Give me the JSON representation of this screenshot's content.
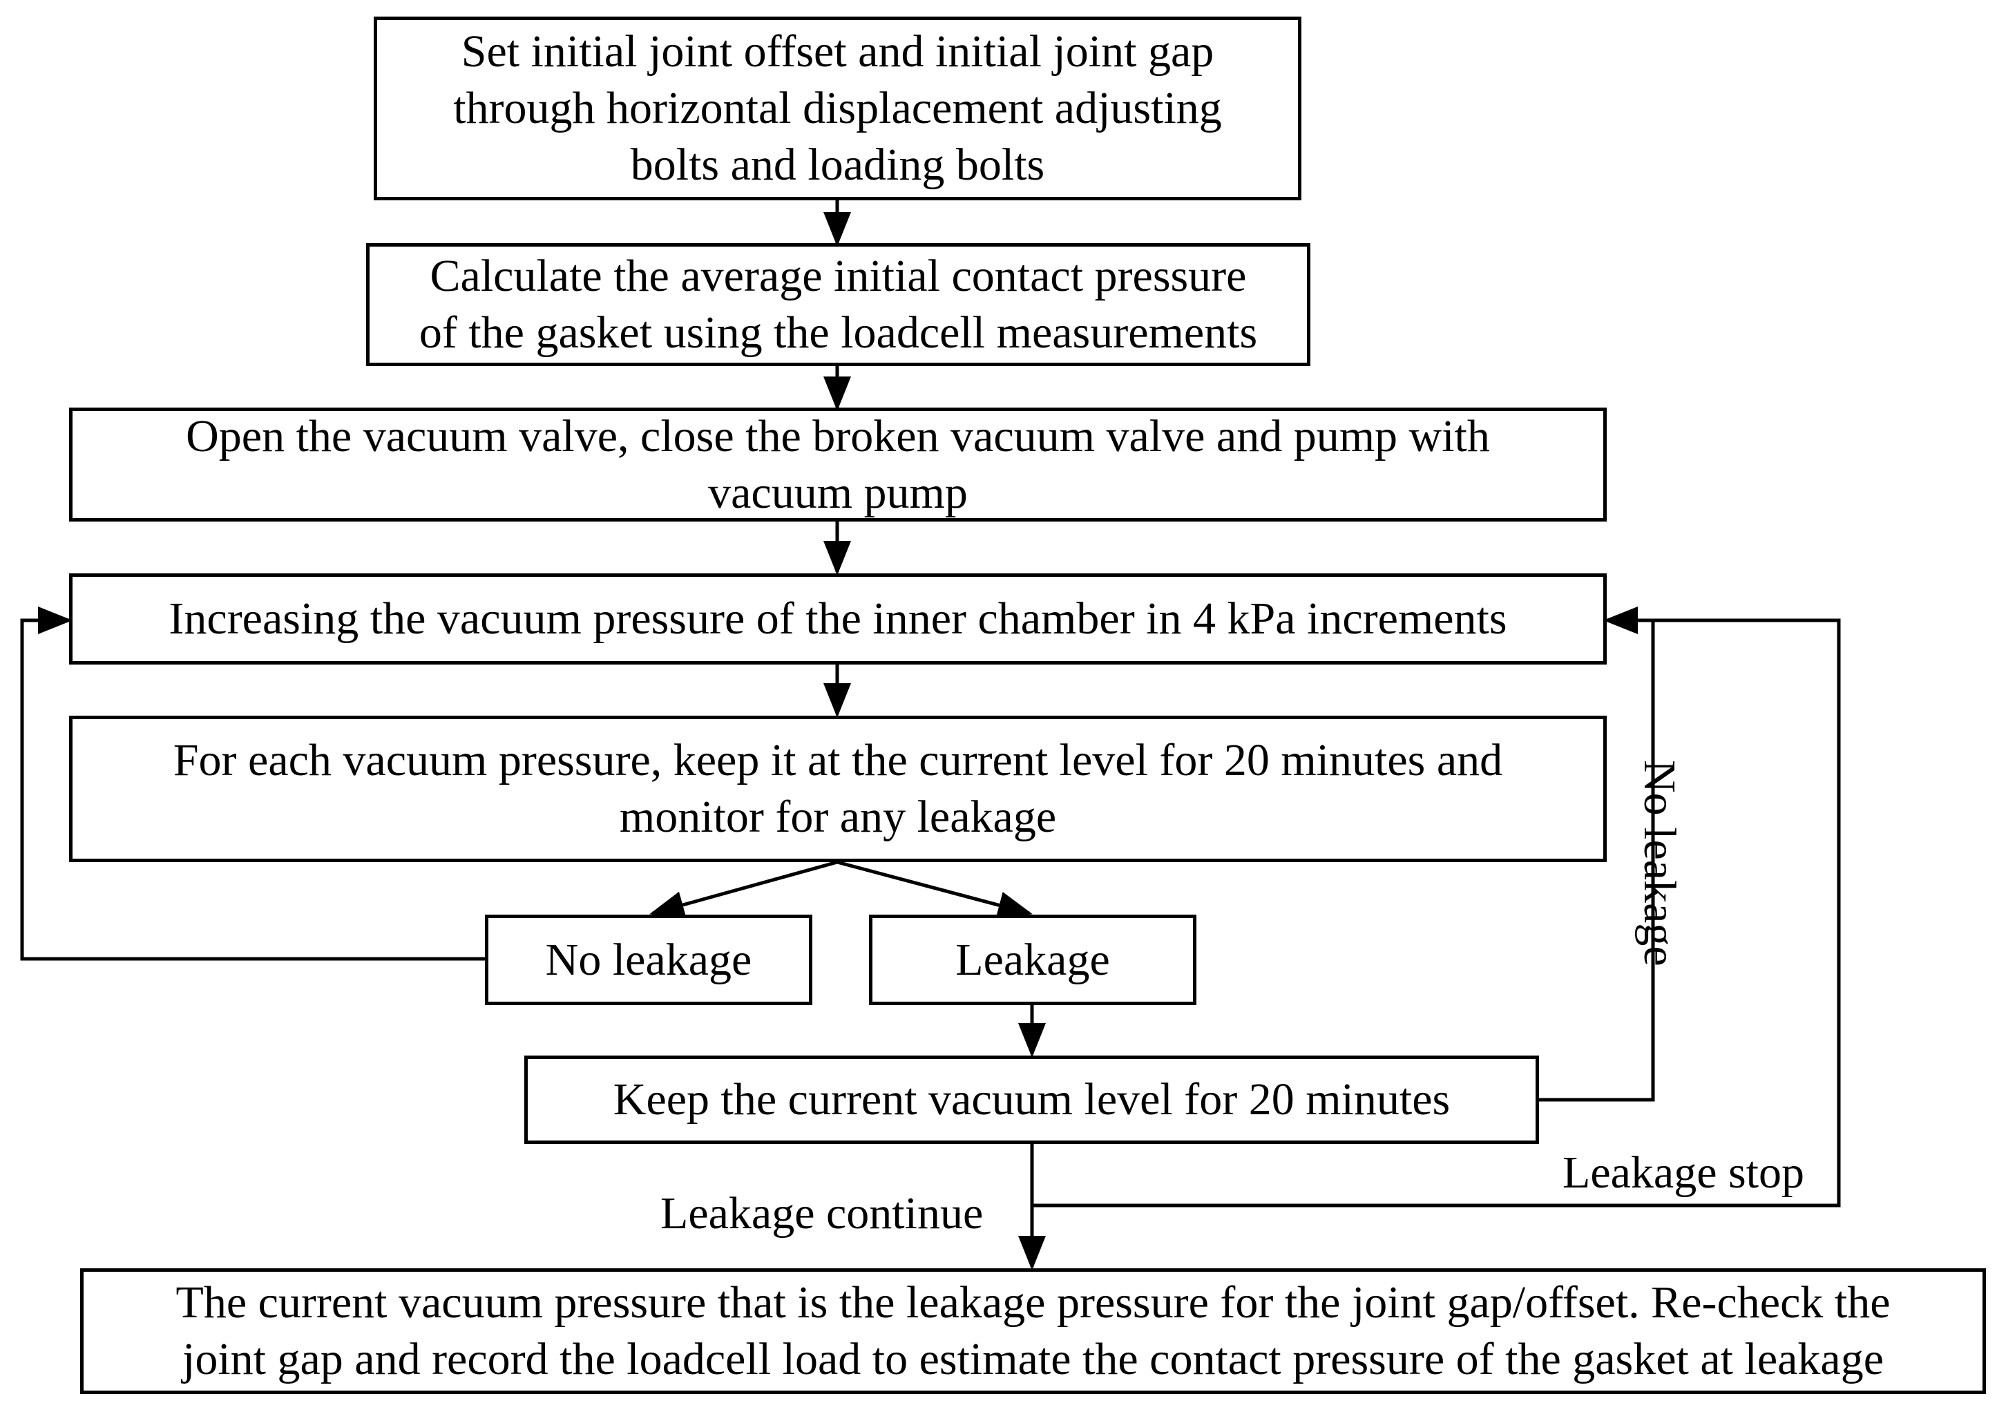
{
  "steps": {
    "step1": [
      "Set initial joint offset and initial joint gap",
      "through  horizontal displacement adjusting",
      "bolts and  loading bolts"
    ],
    "step2": [
      "Calculate the average initial contact pressure",
      "of the gasket using the loadcell measurements"
    ],
    "step3": [
      "Open the vacuum valve, close the broken vacuum valve and pump with",
      "vacuum pump"
    ],
    "step4": [
      "Increasing the vacuum pressure of the inner chamber in 4 kPa increments"
    ],
    "step5": [
      "For each vacuum pressure, keep it at the current level for 20 minutes and",
      "monitor for any leakage"
    ],
    "no_leakage": "No leakage",
    "leakage": "Leakage",
    "step6": [
      "Keep the current vacuum level for 20 minutes"
    ],
    "final": [
      "The current vacuum pressure  that is the leakage pressure for the joint gap/offset. Re-check the",
      "joint gap and record the loadcell load to estimate the contact pressure of the gasket at leakage"
    ]
  },
  "edge_labels": {
    "no_leakage_vertical": "No leakage",
    "leakage_stop": "Leakage stop",
    "leakage_continue": "Leakage continue"
  }
}
